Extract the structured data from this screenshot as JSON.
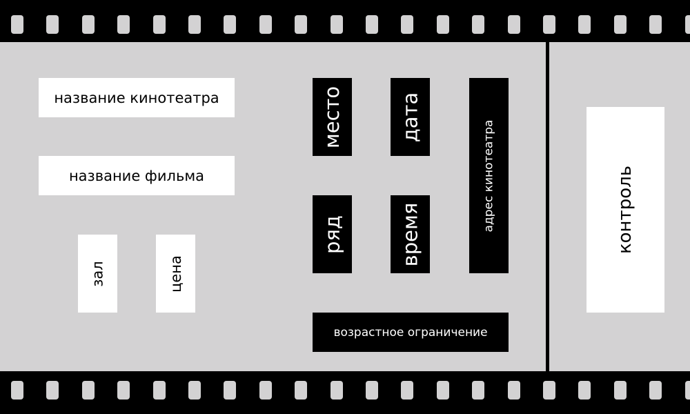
{
  "fields": {
    "cinema_name": "название кинотеатра",
    "film_name": "название фильма",
    "hall": "зал",
    "price": "цена",
    "seat": "место",
    "date": "дата",
    "row": "ряд",
    "time": "время",
    "cinema_address": "адрес кинотеатра",
    "age_restriction": "возрастное ограничение",
    "control": "контроль"
  },
  "colors": {
    "film": "#000000",
    "ticket": "#d3d2d3",
    "light_box": "#ffffff",
    "dark_box": "#000000"
  }
}
